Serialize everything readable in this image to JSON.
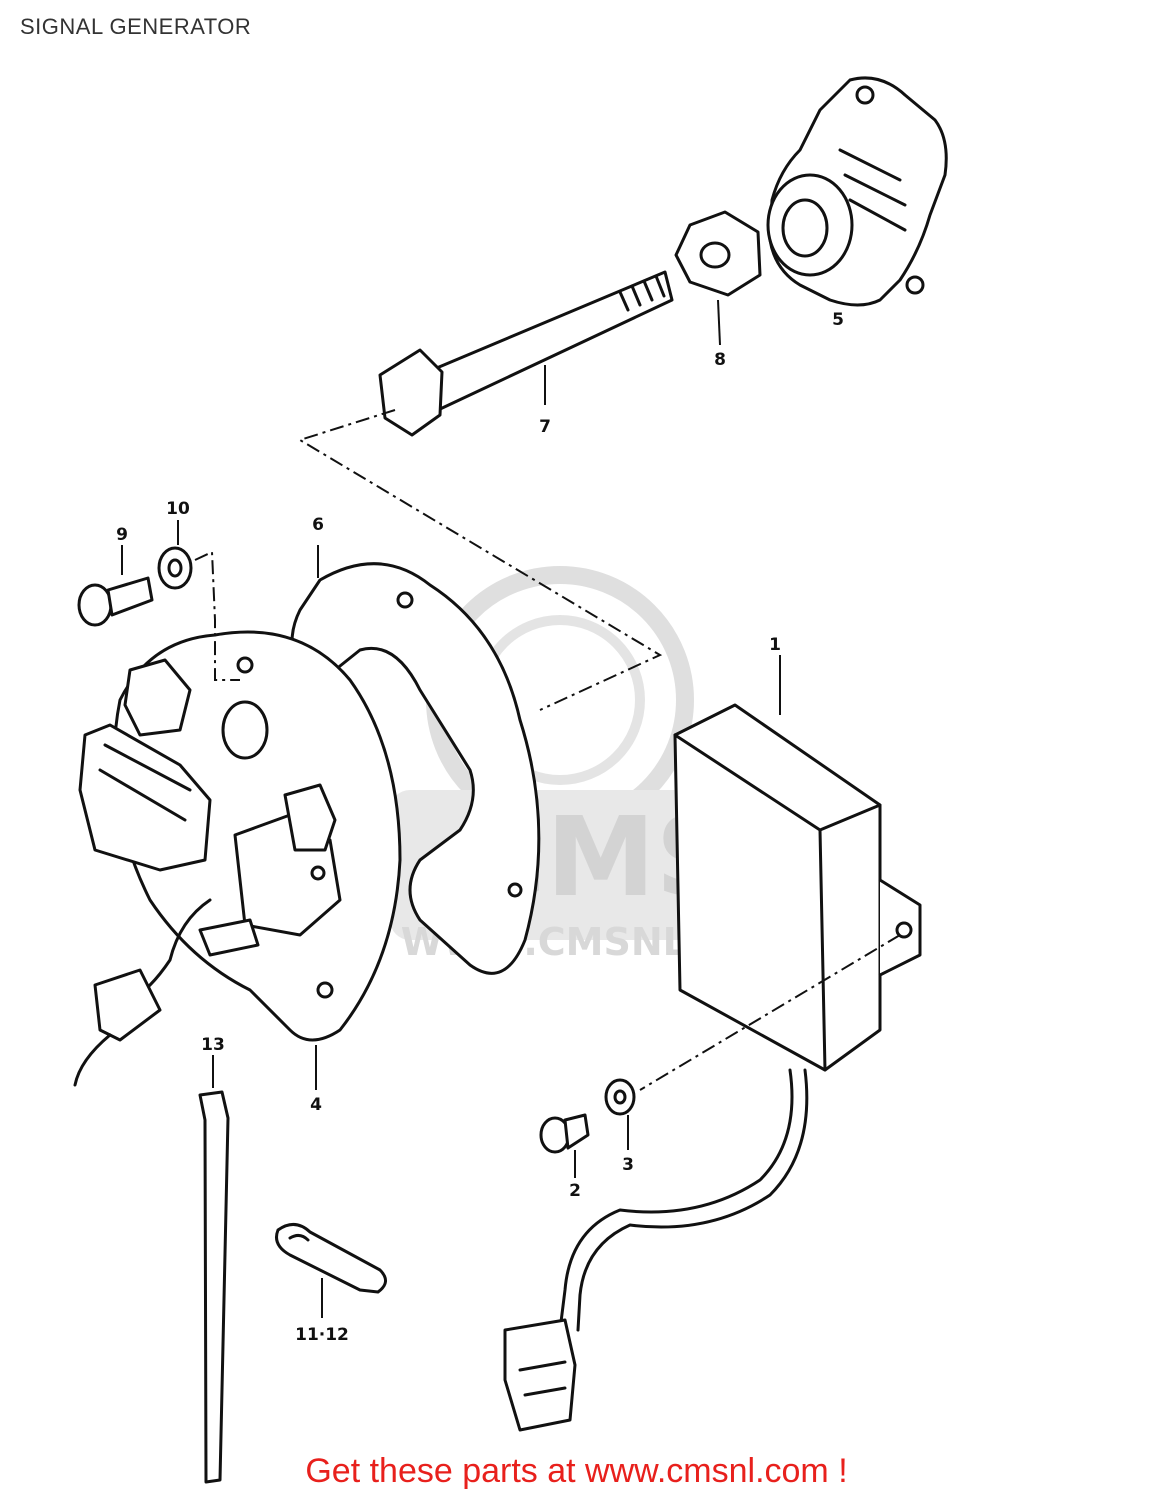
{
  "page": {
    "title": "SIGNAL GENERATOR",
    "footer_link": "Get these parts at www.cmsnl.com !"
  },
  "watermark": {
    "brand": "CMS",
    "url": "WWW.CMSNL.COM"
  },
  "callouts": [
    {
      "id": "c1",
      "label": "1"
    },
    {
      "id": "c2",
      "label": "2"
    },
    {
      "id": "c3",
      "label": "3"
    },
    {
      "id": "c4",
      "label": "4"
    },
    {
      "id": "c6",
      "label": "6"
    },
    {
      "id": "c7",
      "label": "7"
    },
    {
      "id": "c8",
      "label": "8"
    },
    {
      "id": "c5",
      "label": "5"
    },
    {
      "id": "c9",
      "label": "9"
    },
    {
      "id": "c10",
      "label": "10"
    },
    {
      "id": "c1112",
      "label": "11·12"
    },
    {
      "id": "c13",
      "label": "13"
    }
  ],
  "colors": {
    "title": "#333333",
    "footer": "#e8201c",
    "watermark": "#d9d9d9",
    "ink": "#111111"
  }
}
